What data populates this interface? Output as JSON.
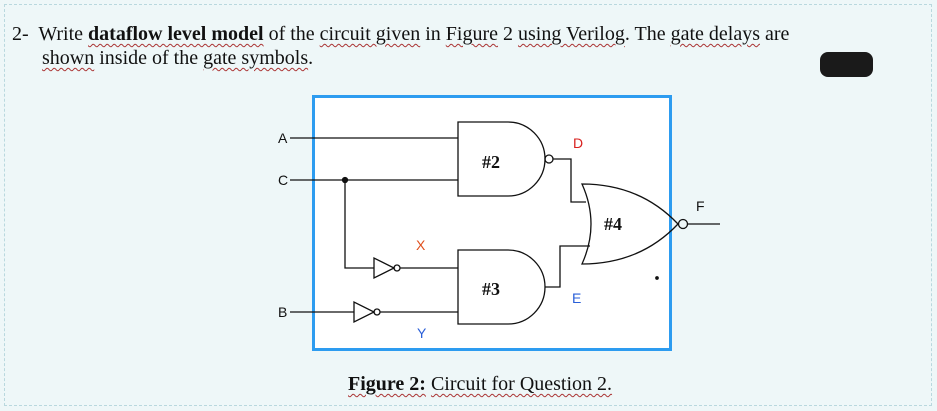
{
  "question": {
    "number": "2-",
    "w1": "Write",
    "bold": "dataflow level model",
    "w2": "of the",
    "sq1": "circuit given",
    "w3": "in",
    "sq2": "Figure",
    "w4": "2",
    "sq3": "using Verilog",
    "w5": ". The",
    "sq4": "gate delays",
    "w6": "are",
    "line2a": "shown",
    "line2b": "inside of the",
    "line2c": "gate symbols",
    "line2d": "."
  },
  "circuit": {
    "inputs": [
      "A",
      "C",
      "B"
    ],
    "wires": [
      "D",
      "E",
      "X",
      "Y"
    ],
    "output": "F",
    "gates": [
      "#2",
      "#3",
      "#4"
    ],
    "colors": {
      "D": "#d8201e",
      "E": "#2a5fd8",
      "X": "#e0501e",
      "Y": "#2a5fd8"
    }
  },
  "caption": {
    "bold": "Figure 2:",
    "rest": "Circuit for Question 2."
  }
}
